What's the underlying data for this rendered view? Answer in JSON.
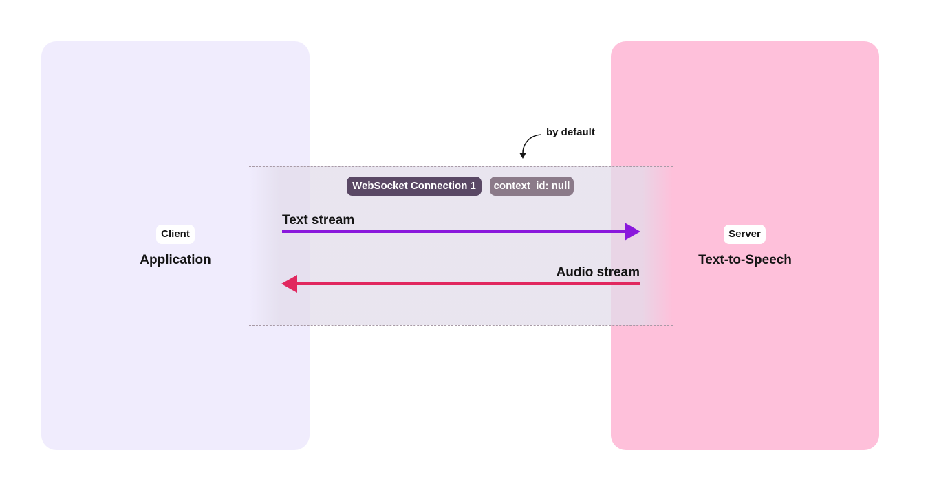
{
  "client": {
    "role_label": "Client",
    "title": "Application"
  },
  "server": {
    "role_label": "Server",
    "title": "Text-to-Speech"
  },
  "connection": {
    "name": "WebSocket Connection 1",
    "context": "context_id: null",
    "note": "by default"
  },
  "streams": {
    "text": "Text stream",
    "audio": "Audio stream"
  },
  "colors": {
    "client_panel": "#f0ecfd",
    "server_panel": "#fec0da",
    "text_stream": "#8a18dc",
    "audio_stream": "#e1285f",
    "connection_pill": "#5a4865",
    "context_pill": "#8b7a89"
  }
}
